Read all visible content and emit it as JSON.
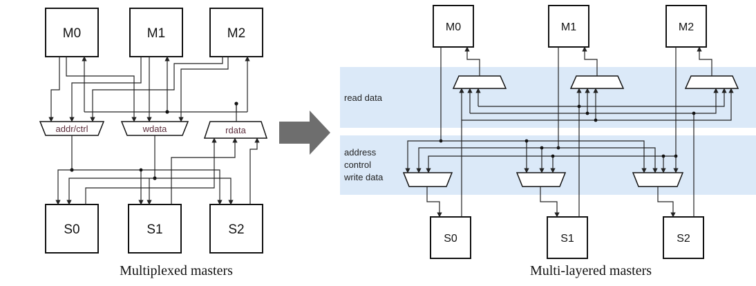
{
  "left": {
    "masters": [
      "M0",
      "M1",
      "M2"
    ],
    "slaves": [
      "S0",
      "S1",
      "S2"
    ],
    "muxes": [
      "addr/ctrl",
      "wdata",
      "rdata"
    ],
    "caption": "Multiplexed masters"
  },
  "right": {
    "masters": [
      "M0",
      "M1",
      "M2"
    ],
    "slaves": [
      "S0",
      "S1",
      "S2"
    ],
    "band_read_label": "read data",
    "band_write_label": [
      "address",
      "control",
      "write data"
    ],
    "caption": "Multi-layered masters"
  },
  "colors": {
    "band_fill": "#dbe9f8",
    "arrow_fill": "#6e6e6e",
    "mux_label_color": "#5a2c3a"
  }
}
